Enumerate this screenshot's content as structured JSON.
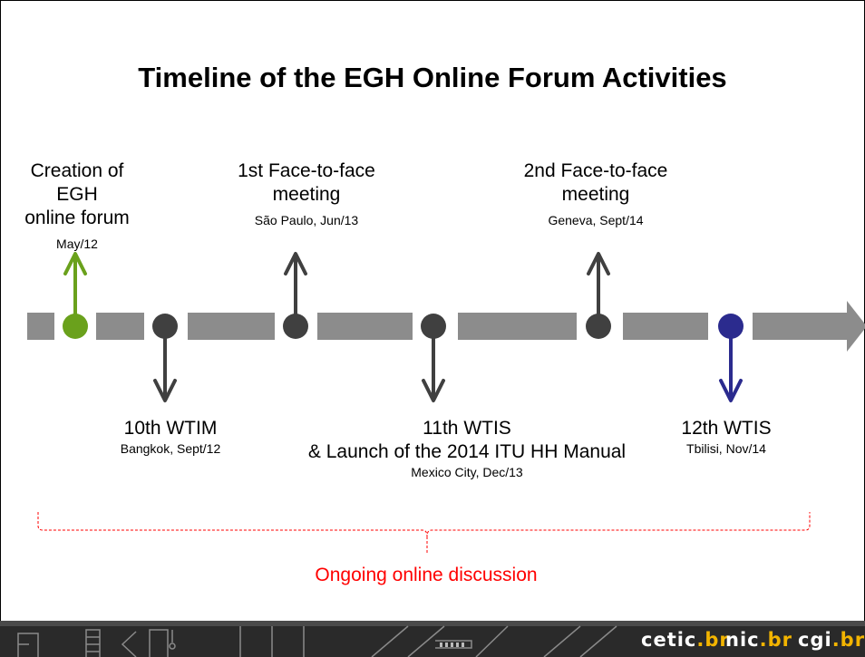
{
  "title": "Timeline of the EGH Online Forum Activities",
  "events_above": [
    {
      "lines": [
        "Creation of EGH",
        "online forum"
      ],
      "detail": "May/12",
      "color": "#6aa11c"
    },
    {
      "lines": [
        "1st Face-to-face",
        "meeting"
      ],
      "detail": "São Paulo, Jun/13",
      "color": "#404040"
    },
    {
      "lines": [
        "2nd Face-to-face",
        "meeting"
      ],
      "detail": "Geneva, Sept/14",
      "color": "#404040"
    }
  ],
  "events_below": [
    {
      "lines": [
        "10th WTIM"
      ],
      "detail": "Bangkok, Sept/12",
      "color": "#404040"
    },
    {
      "lines": [
        "11th WTIS",
        "& Launch of the 2014 ITU HH Manual"
      ],
      "detail": "Mexico City, Dec/13",
      "color": "#404040"
    },
    {
      "lines": [
        "12th WTIS"
      ],
      "detail": "Tbilisi, Nov/14",
      "color": "#2b2b8e"
    }
  ],
  "bracket_label": "Ongoing online discussion",
  "footer_logos": {
    "cetic": {
      "name": "cetic",
      "suffix": "br"
    },
    "nic": {
      "name": "nic",
      "suffix": "br"
    },
    "cgi": {
      "name": "cgi",
      "suffix": "br"
    }
  },
  "colors": {
    "timeline_bar": "#8c8c8c",
    "creation": "#6aa11c",
    "dark_marker": "#404040",
    "wtis12": "#2b2b8e",
    "bracket": "#ff0000",
    "footer_bg": "#2a2a2a",
    "logo_accent": "#f2b400"
  }
}
